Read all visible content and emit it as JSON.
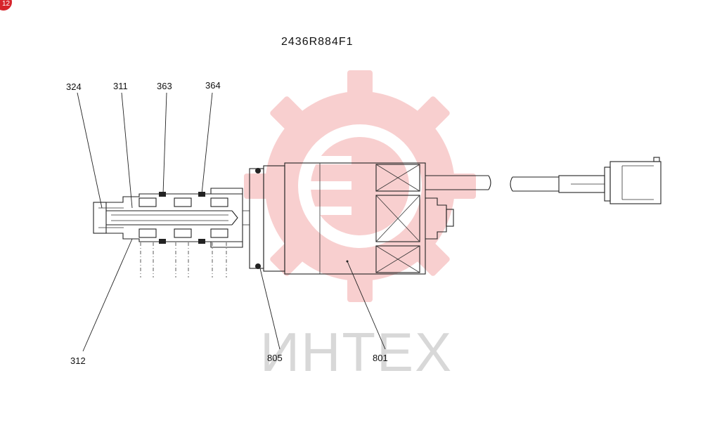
{
  "corner_badge": "12",
  "drawing_number": "2436R884F1",
  "watermark": {
    "text": "ИНТЕХ",
    "color": "#f4b8b8"
  },
  "callouts": {
    "c324": "324",
    "c311": "311",
    "c363": "363",
    "c364": "364",
    "c312": "312",
    "c805": "805",
    "c801": "801"
  }
}
